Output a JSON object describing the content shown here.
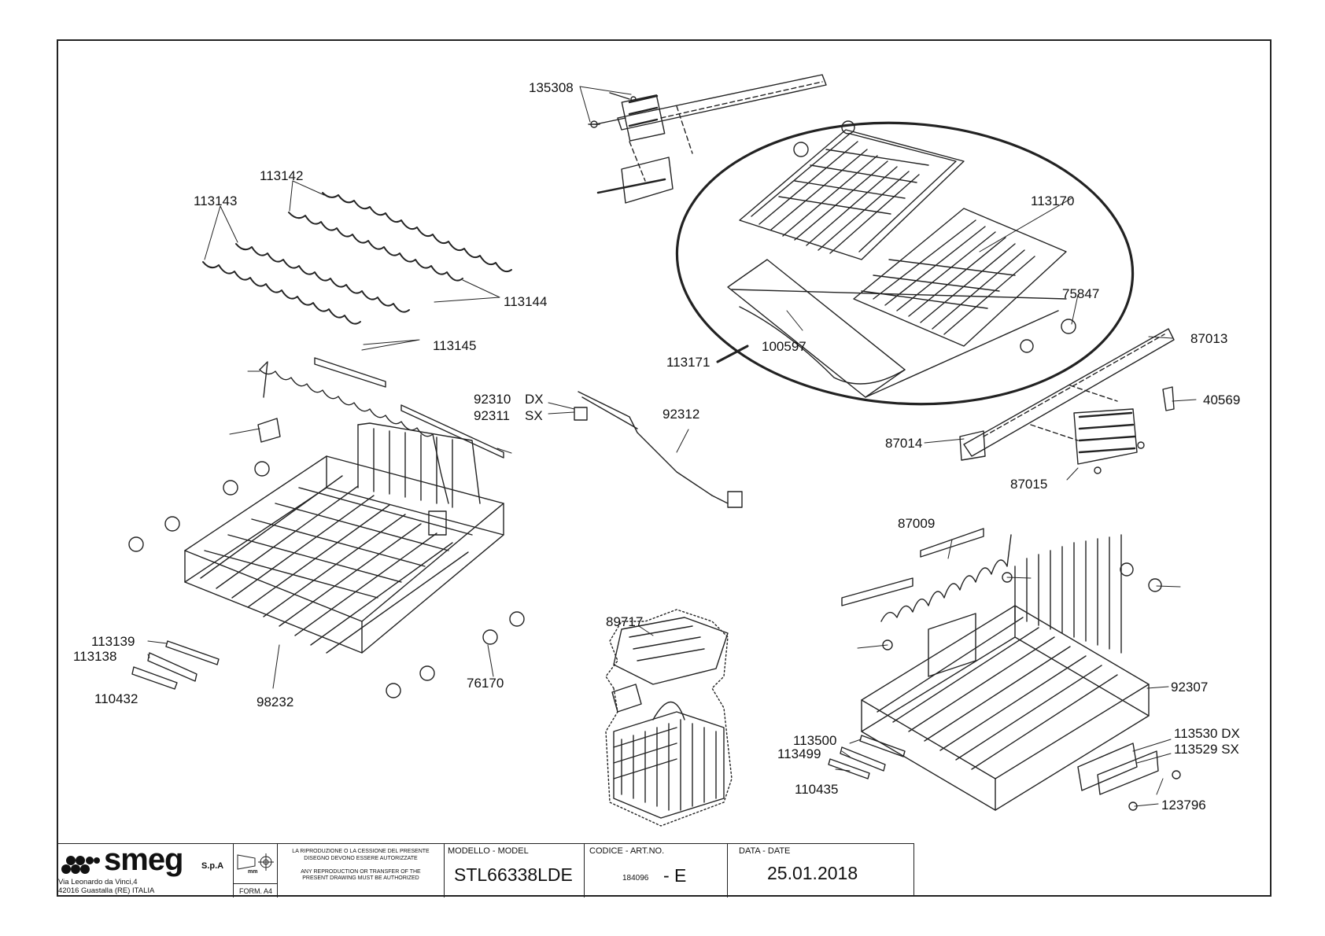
{
  "labels": {
    "l135308": "135308",
    "l113142": "113142",
    "l113143": "113143",
    "l113144": "113144",
    "l113145": "113145",
    "l113170": "113170",
    "l75847": "75847",
    "l100597": "100597",
    "l113171": "113171",
    "l87013": "87013",
    "l40569": "40569",
    "l92310": "92310",
    "l92310_side": "DX",
    "l92311": "92311",
    "l92311_side": "SX",
    "l92312": "92312",
    "l87014": "87014",
    "l87015": "87015",
    "l87009": "87009",
    "l89717": "89717",
    "l113139": "113139",
    "l113138": "113138",
    "l110432": "110432",
    "l98232": "98232",
    "l76170": "76170",
    "l92307": "92307",
    "l113500": "113500",
    "l113499": "113499",
    "l110435": "110435",
    "l113530": "113530 DX",
    "l113529": "113529 SX",
    "l123796": "123796"
  },
  "title_block": {
    "company": "smeg",
    "company_suffix": "S.p.A",
    "address_line1": "Via Leonardo da Vinci,4",
    "address_line2": "42016  Guastalla (RE) ITALIA",
    "unit": "mm",
    "format": "FORM. A4",
    "notice_it_1": "LA RIPRODUZIONE O LA CESSIONE DEL PRESENTE",
    "notice_it_2": "DISEGNO DEVONO ESSERE AUTORIZZATE",
    "notice_en_1": "ANY REPRODUCTION OR TRANSFER OF THE",
    "notice_en_2": "PRESENT DRAWING MUST BE AUTHORIZED",
    "model_caption": "MODELLO - MODEL",
    "model": "STL66338LDE",
    "code_caption": "CODICE - ART.NO.",
    "code": "184096",
    "revision": "- E",
    "date_caption": "DATA - DATE",
    "date": "25.01.2018"
  }
}
